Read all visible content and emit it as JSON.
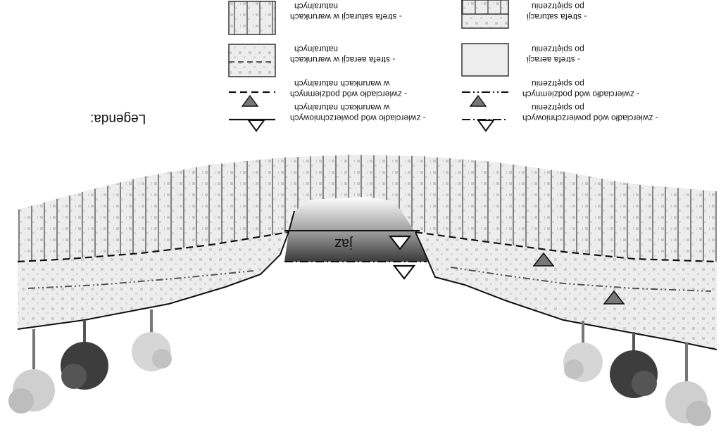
{
  "legend": {
    "title": "Legenda:",
    "items": [
      {
        "id": "sat-natural",
        "line1": "- strefa saturacji w warunkach",
        "line2": "naturalnych"
      },
      {
        "id": "sat-after",
        "line1": "- strefa saturacji",
        "line2": "po spiętrzeniu"
      },
      {
        "id": "aer-natural",
        "line1": "- strefa aeracji w warunkach",
        "line2": "naturalnych"
      },
      {
        "id": "aer-after",
        "line1": "- strefa aeracji",
        "line2": "po spiętrzeniu"
      },
      {
        "id": "gw-natural",
        "line1": "- zwierciadło wód podziemnych",
        "line2": "w warunkach naturalnych"
      },
      {
        "id": "gw-after",
        "line1": "- zwierciadło wód podziemnych",
        "line2": "po spiętrzeniu"
      },
      {
        "id": "sw-natural",
        "line1": "- zwierciadło wód powierzchniowych",
        "line2": "w warunkach naturalnych"
      },
      {
        "id": "sw-after",
        "line1": "- zwierciadło wód powierzchniowych",
        "line2": "po spiętrzeniu"
      }
    ]
  },
  "diagram": {
    "weir_label": "jaz"
  },
  "colors": {
    "line": "#1a1a1a",
    "fill_triangle": "#777777",
    "soil": "#ececec",
    "saturation": "#dcdcdc"
  }
}
